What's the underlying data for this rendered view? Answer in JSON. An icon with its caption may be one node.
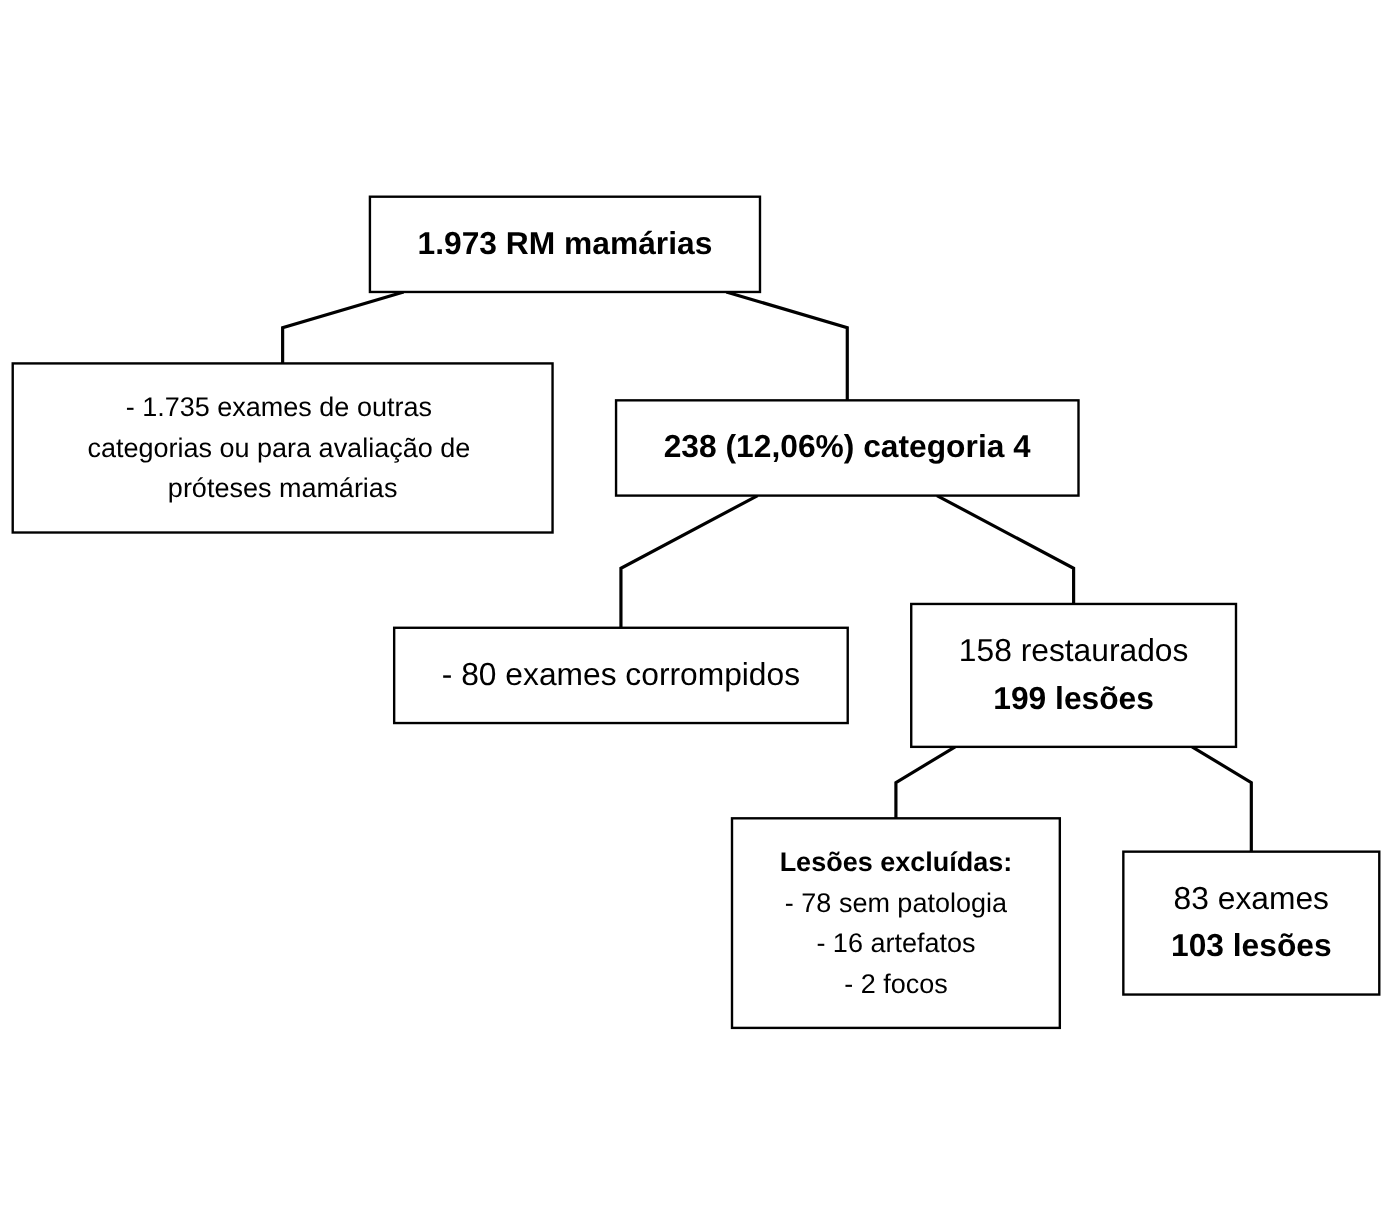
{
  "diagram": {
    "nodes": [
      {
        "text": [
          "1.973 RM mamárias"
        ]
      },
      {
        "text": [
          "- 1.735 exames de outras categorias ou para avaliação de próteses mamárias"
        ]
      },
      {
        "text": [
          "238 (12,06%) categoria 4"
        ]
      },
      {
        "text": [
          "- 80 exames corrompidos"
        ]
      },
      {
        "text": [
          "158 restaurados",
          "199 lesões"
        ]
      },
      {
        "text": [
          "Lesões excluídas:",
          "- 78 sem patologia",
          "- 16 artefatos",
          "- 2 focos"
        ]
      },
      {
        "text": [
          "83 exames",
          "103 lesões"
        ]
      }
    ],
    "edges": [
      {
        "from": 0,
        "to": 1,
        "arrow": "none"
      },
      {
        "from": 0,
        "to": 2,
        "arrow": "none"
      },
      {
        "from": 2,
        "to": 3,
        "arrow": "none"
      },
      {
        "from": 2,
        "to": 4,
        "arrow": "none"
      },
      {
        "from": 4,
        "to": 5,
        "arrow": "none"
      },
      {
        "from": 4,
        "to": 6,
        "arrow": "none"
      }
    ]
  }
}
